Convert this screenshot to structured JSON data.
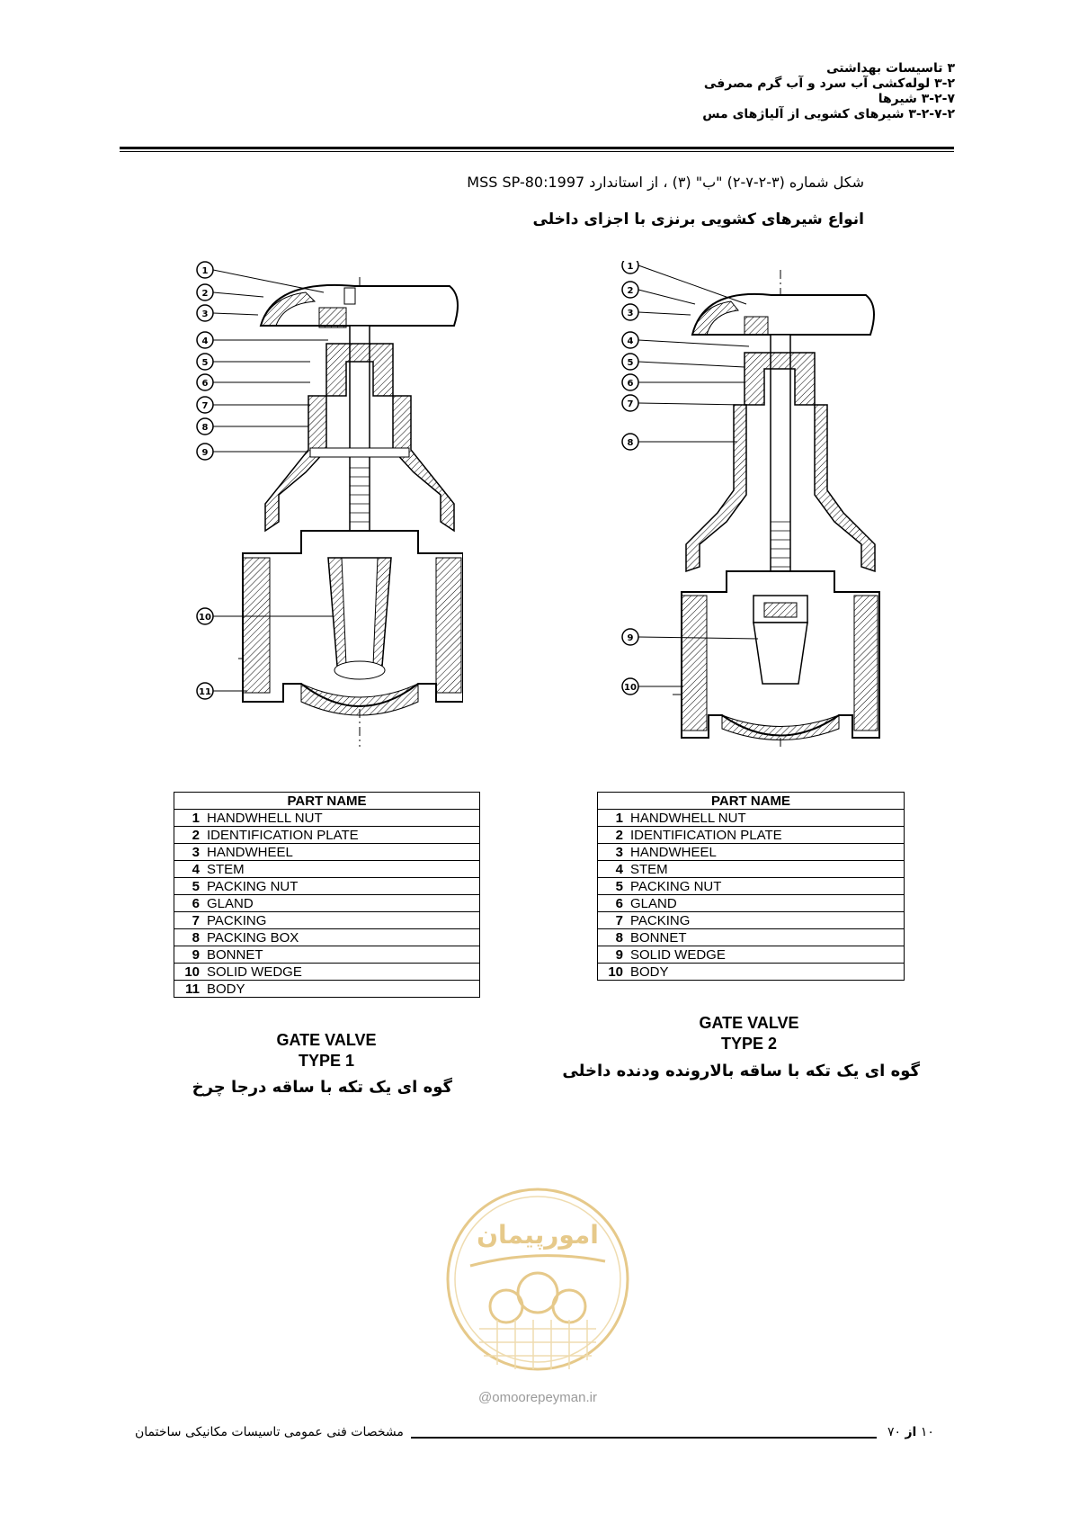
{
  "header": {
    "line1": "۳ تاسیسات بهداشتی",
    "line2": "۳-۲ لوله‌کشی آب سرد و آب گرم مصرفی",
    "line3": "۳-۲-۷ شیرها",
    "line4": "۳-۲-۷-۲ شیرهای کشویی از آلیاژهای مس"
  },
  "figure": {
    "caption": "شکل شماره (۳-۲-۷-۲) \"ب\" (۳) ، از استاندارد MSS SP-80:1997",
    "subtitle": "انواع شیرهای کشویی برنزی با اجزای داخلی"
  },
  "valve1": {
    "callouts": [
      "1",
      "2",
      "3",
      "4",
      "5",
      "6",
      "7",
      "8",
      "9",
      "10",
      "11"
    ],
    "table_header": "PART NAME",
    "parts": [
      {
        "num": "1",
        "name": "HANDWHELL NUT"
      },
      {
        "num": "2",
        "name": "IDENTIFICATION PLATE"
      },
      {
        "num": "3",
        "name": "HANDWHEEL"
      },
      {
        "num": "4",
        "name": "STEM"
      },
      {
        "num": "5",
        "name": "PACKING NUT"
      },
      {
        "num": "6",
        "name": "GLAND"
      },
      {
        "num": "7",
        "name": "PACKING"
      },
      {
        "num": "8",
        "name": "PACKING BOX"
      },
      {
        "num": "9",
        "name": "BONNET"
      },
      {
        "num": "10",
        "name": "SOLID WEDGE"
      },
      {
        "num": "11",
        "name": "BODY"
      }
    ],
    "title_line1": "GATE VALVE",
    "title_line2": "TYPE 1",
    "title_fa": "گوه ای یک تکه با ساقه درجا چرخ"
  },
  "valve2": {
    "callouts": [
      "1",
      "2",
      "3",
      "4",
      "5",
      "6",
      "7",
      "8",
      "9",
      "10"
    ],
    "table_header": "PART NAME",
    "parts": [
      {
        "num": "1",
        "name": "HANDWHELL NUT"
      },
      {
        "num": "2",
        "name": "IDENTIFICATION PLATE"
      },
      {
        "num": "3",
        "name": "HANDWHEEL"
      },
      {
        "num": "4",
        "name": "STEM"
      },
      {
        "num": "5",
        "name": "PACKING NUT"
      },
      {
        "num": "6",
        "name": "GLAND"
      },
      {
        "num": "7",
        "name": "PACKING"
      },
      {
        "num": "8",
        "name": "BONNET"
      },
      {
        "num": "9",
        "name": "SOLID WEDGE"
      },
      {
        "num": "10",
        "name": "BODY"
      }
    ],
    "title_line1": "GATE VALVE",
    "title_line2": "TYPE 2",
    "title_fa": "گوه ای یک تکه با ساقه بالارونده ودنده داخلی"
  },
  "watermark": {
    "logo_text": "امورپیمان",
    "site": "omoorepeyman.ir",
    "color": "#e6c98a"
  },
  "footer": {
    "title": "مشخصات فنی عمومی تاسیسات مکانیکی ساختمان",
    "page_current": "۱۰",
    "page_of": "از",
    "page_total": "۷۰"
  }
}
